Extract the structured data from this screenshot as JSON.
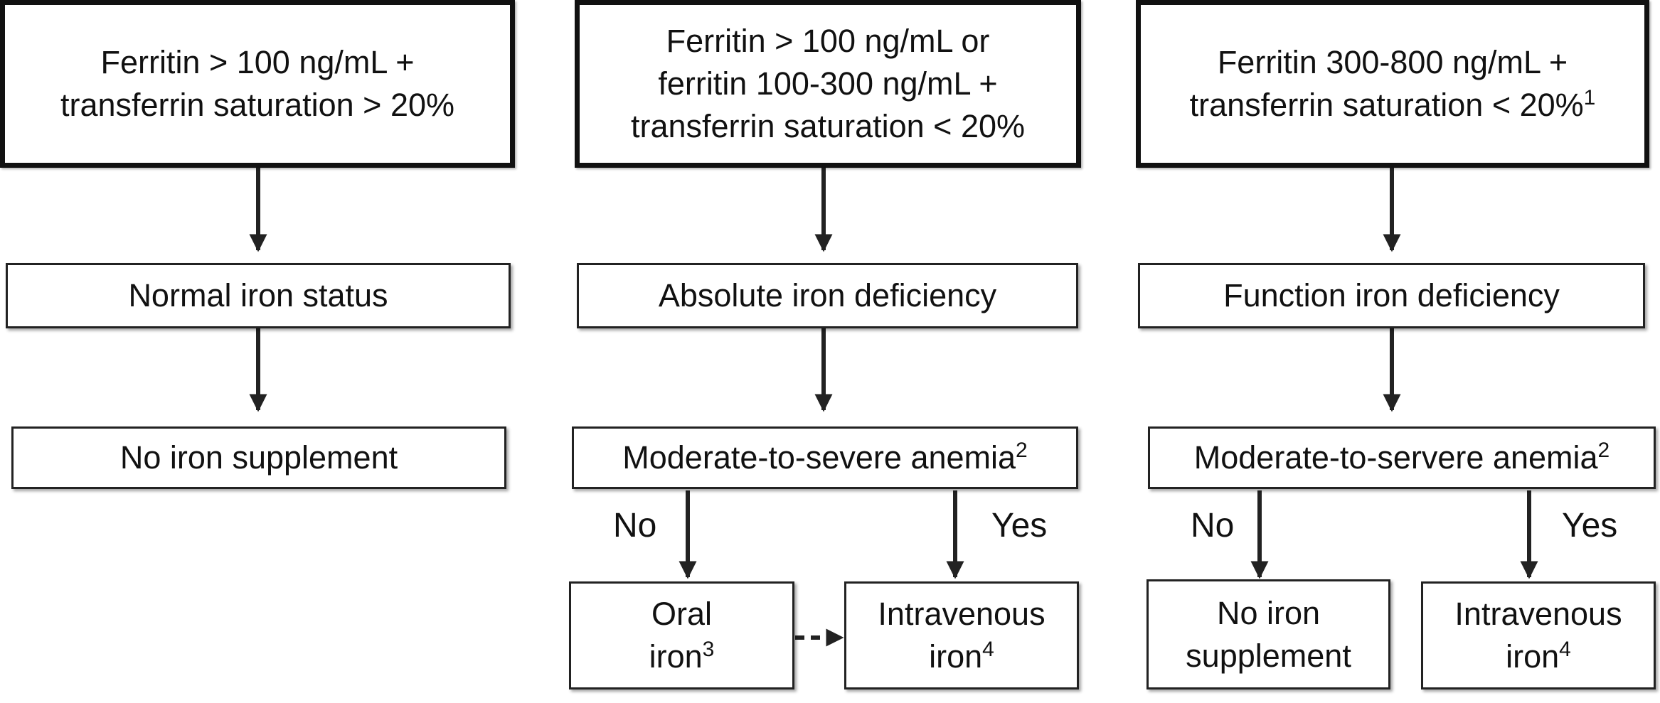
{
  "columns": [
    {
      "criteria": {
        "text": "Ferritin > 100 ng/mL +\ntransferrin saturation > 20%",
        "sup": ""
      },
      "status": "Normal iron status",
      "outcome": "No iron supplement"
    },
    {
      "criteria": {
        "text": "Ferritin > 100 ng/mL or\nferritin 100-300 ng/mL +\ntransferrin saturation < 20%",
        "sup": ""
      },
      "status": "Absolute iron deficiency",
      "anemia": {
        "text": "Moderate-to-severe anemia",
        "sup": "2"
      },
      "branch_no": "No",
      "branch_yes": "Yes",
      "no_result": {
        "text": "Oral\niron",
        "sup": "3"
      },
      "yes_result": {
        "text": "Intravenous\niron",
        "sup": "4"
      }
    },
    {
      "criteria": {
        "text": "Ferritin 300-800 ng/mL +\ntransferrin saturation < 20%",
        "sup": "1"
      },
      "status": "Function iron deficiency",
      "anemia": {
        "text": "Moderate-to-servere anemia",
        "sup": "2"
      },
      "branch_no": "No",
      "branch_yes": "Yes",
      "no_result": {
        "text": "No iron\nsupplement",
        "sup": ""
      },
      "yes_result": {
        "text": "Intravenous\niron",
        "sup": "4"
      }
    }
  ],
  "colors": {
    "stroke": "#222222",
    "text": "#111111"
  }
}
